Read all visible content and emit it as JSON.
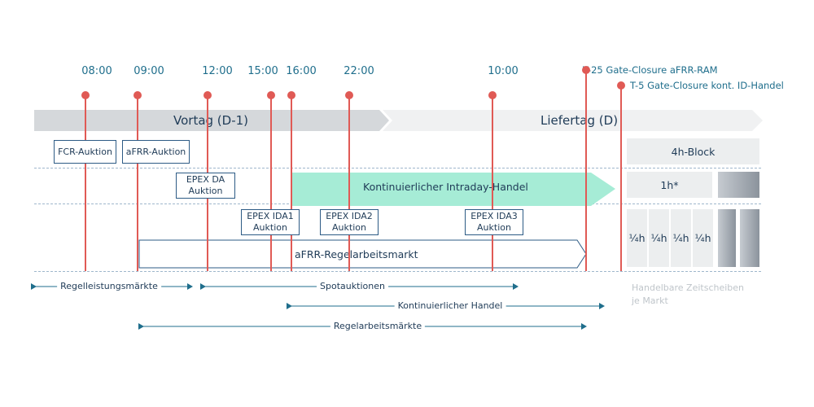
{
  "times": [
    {
      "label": "08:00"
    },
    {
      "label": "09:00"
    },
    {
      "label": "12:00"
    },
    {
      "label": "15:00"
    },
    {
      "label": "16:00"
    },
    {
      "label": "22:00"
    },
    {
      "label": "10:00"
    }
  ],
  "gate_closures": {
    "afrr": "T-25 Gate-Closure aFRR-RAM",
    "id": "T-5 Gate-Closure kont. ID-Handel"
  },
  "days": {
    "vortag": "Vortag (D-1)",
    "liefertag": "Liefertag (D)"
  },
  "auctions": {
    "fcr": "FCR-Auktion",
    "afrr": "aFRR-Auktion",
    "epex_da": [
      "EPEX DA",
      "Auktion"
    ],
    "ida1": [
      "EPEX IDA1",
      "Auktion"
    ],
    "ida2": [
      "EPEX IDA2",
      "Auktion"
    ],
    "ida3": [
      "EPEX IDA3",
      "Auktion"
    ]
  },
  "markets": {
    "intraday": "Kontinuierlicher Intraday-Handel",
    "afrr_ram": "aFRR-Regelarbeitsmarkt"
  },
  "blocks": {
    "four_h": "4h-Block",
    "one_h": "1h*",
    "quarter": "¼h"
  },
  "spans": {
    "regelleistung": "Regelleistungsmärkte",
    "spot": "Spotauktionen",
    "kontinuierlich": "Kontinuierlicher Handel",
    "regelarbeit": "Regelarbeitsmärkte"
  },
  "legend": [
    "Handelbare Zeitscheiben",
    "je Markt"
  ],
  "colors": {
    "red": "#e05a55",
    "teal": "#1f6e8c",
    "mint": "#a6ecd6",
    "navy": "#2d5b85",
    "grey_arrow": "#d5d8db"
  }
}
